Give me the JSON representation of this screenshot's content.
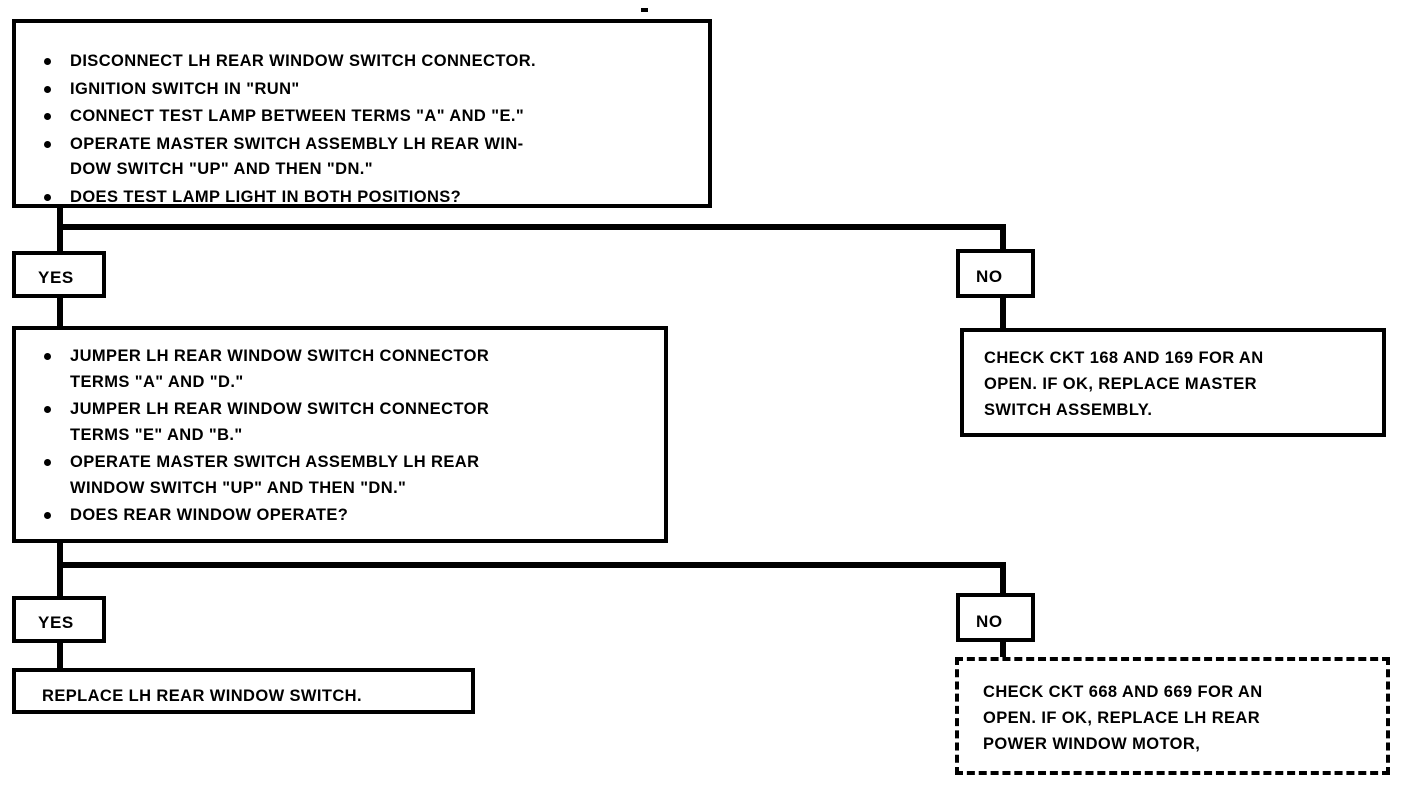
{
  "diagram": {
    "title": "LH Rear Window Switch Diagnostic Flow Chart",
    "colors": {
      "ink": "#000000",
      "paper": "#ffffff"
    },
    "nodes": {
      "step1": {
        "name": "step-1-test-block",
        "border": "solid",
        "bullets": [
          "DISCONNECT LH REAR WINDOW SWITCH CONNECTOR.",
          "IGNITION SWITCH IN \"RUN\"",
          "CONNECT TEST LAMP BETWEEN TERMS \"A\" AND \"E.\"",
          "OPERATE MASTER SWITCH ASSEMBLY LH REAR WIN-\nDOW SWITCH \"UP\" AND THEN \"DN.\"",
          "DOES TEST LAMP LIGHT IN BOTH POSITIONS?"
        ]
      },
      "step2": {
        "name": "step-2-test-block",
        "border": "solid",
        "bullets": [
          "JUMPER LH REAR WINDOW SWITCH CONNECTOR\nTERMS \"A\" AND \"D.\"",
          "JUMPER LH REAR WINDOW SWITCH CONNECTOR\nTERMS \"E\" AND \"B.\"",
          "OPERATE MASTER SWITCH ASSEMBLY LH REAR\nWINDOW SWITCH \"UP\" AND THEN \"DN.\"",
          "DOES REAR WINDOW OPERATE?"
        ]
      },
      "no1_result": {
        "name": "no-1-result-block",
        "border": "solid",
        "text": "CHECK CKT 168 AND 169 FOR AN\nOPEN.  IF OK, REPLACE MASTER\nSWITCH ASSEMBLY."
      },
      "yes2_result": {
        "name": "yes-2-result-block",
        "border": "solid",
        "text": "REPLACE LH REAR WINDOW SWITCH."
      },
      "no2_result": {
        "name": "no-2-result-block",
        "border": "dashed",
        "text": "CHECK CKT 668 AND 669 FOR AN\nOPEN.  IF OK, REPLACE LH REAR\nPOWER WINDOW MOTOR,"
      }
    },
    "branches": {
      "yes1": "YES",
      "no1": "NO",
      "yes2": "YES",
      "no2": "NO"
    },
    "circuits": [
      "168",
      "169",
      "668",
      "669"
    ]
  }
}
